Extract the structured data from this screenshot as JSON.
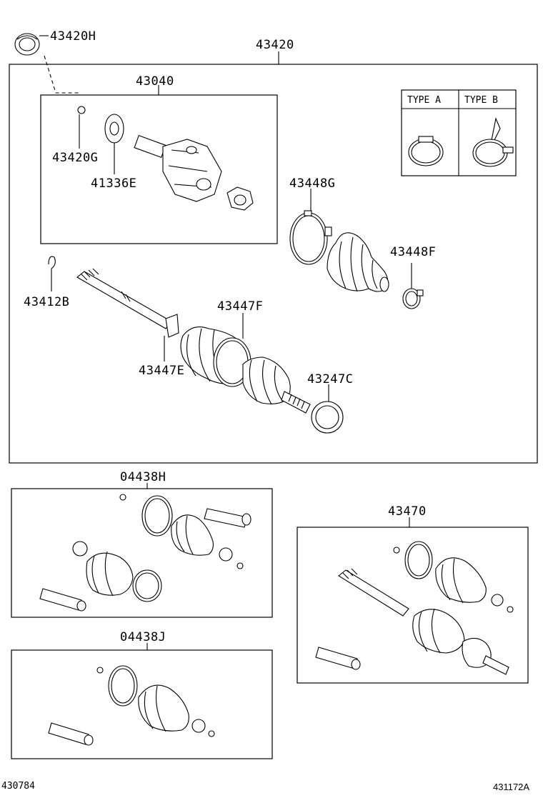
{
  "labels": {
    "p43420H": "43420H",
    "p43420": "43420",
    "p43040": "43040",
    "p43420G": "43420G",
    "p41336E": "41336E",
    "p43448G": "43448G",
    "p43448F": "43448F",
    "p43412B": "43412B",
    "p43447F": "43447F",
    "p43447E": "43447E",
    "p43247C": "43247C",
    "p04438H": "04438H",
    "p43470": "43470",
    "p04438J": "04438J"
  },
  "type_legend": {
    "type_a": "TYPE A",
    "type_b": "TYPE B"
  },
  "footer": {
    "left_code": "430784",
    "right_code": "431172A"
  }
}
